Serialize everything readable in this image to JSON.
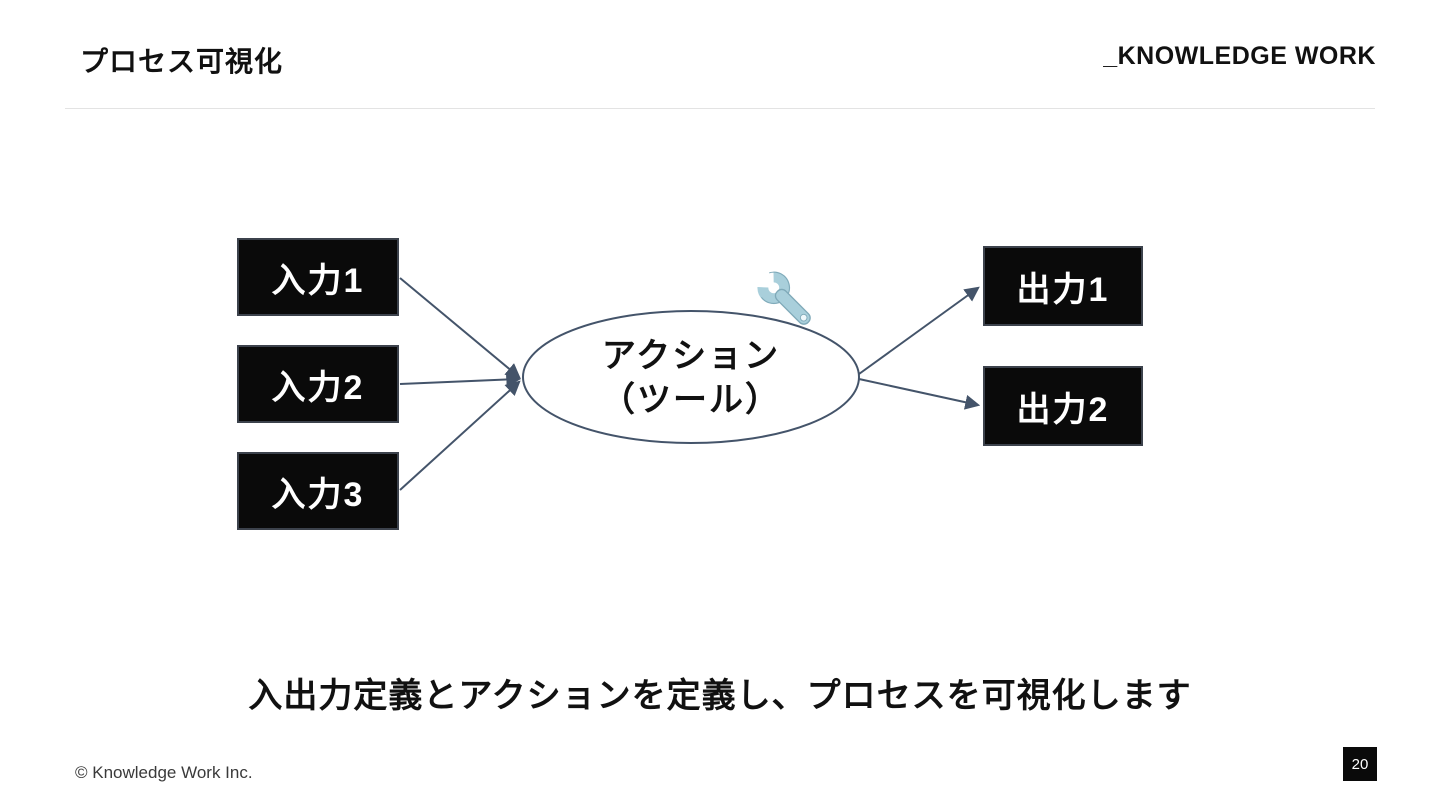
{
  "slide": {
    "title": "プロセス可視化",
    "logo": "_KNOWLEDGE WORK",
    "statement": "入出力定義とアクションを定義し、プロセスを可視化します",
    "footer": "© Knowledge Work Inc.",
    "page_number": "20"
  },
  "diagram": {
    "inputs": [
      {
        "label": "入力1"
      },
      {
        "label": "入力2"
      },
      {
        "label": "入力3"
      }
    ],
    "action": {
      "line1": "アクション",
      "line2": "（ツール）",
      "icon": "wrench-icon"
    },
    "outputs": [
      {
        "label": "出力1"
      },
      {
        "label": "出力2"
      }
    ],
    "colors": {
      "node_fill": "#0a0a0a",
      "node_border": "#3c424c",
      "node_text": "#ffffff",
      "connector": "#44546A",
      "ellipse_stroke": "#44546A",
      "wrench_fill": "#a9cfdb",
      "wrench_outline": "#7fa9b8"
    }
  }
}
